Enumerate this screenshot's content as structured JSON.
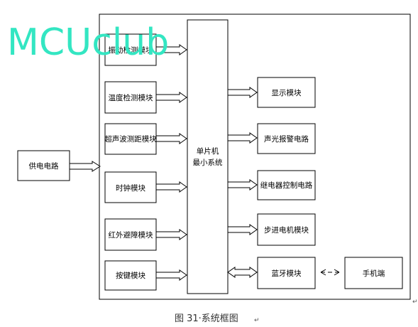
{
  "watermark": "MCUclub",
  "colors": {
    "watermark": "#33e6c2",
    "line": "#000000"
  },
  "power": "供电电路",
  "inputs": [
    "振动检测模块",
    "温度检测模块",
    "超声波测距模块",
    "时钟模块",
    "红外避障模块",
    "按键模块"
  ],
  "mcu": {
    "line1": "单片机",
    "line2": "最小系统"
  },
  "outputs": [
    "显示模块",
    "声光报警电路",
    "继电器控制电路",
    "步进电机模块",
    "蓝牙模块"
  ],
  "phone": "手机端",
  "caption": "图 31·系统框图",
  "caption_mark": "↵",
  "para_mark": "↵"
}
